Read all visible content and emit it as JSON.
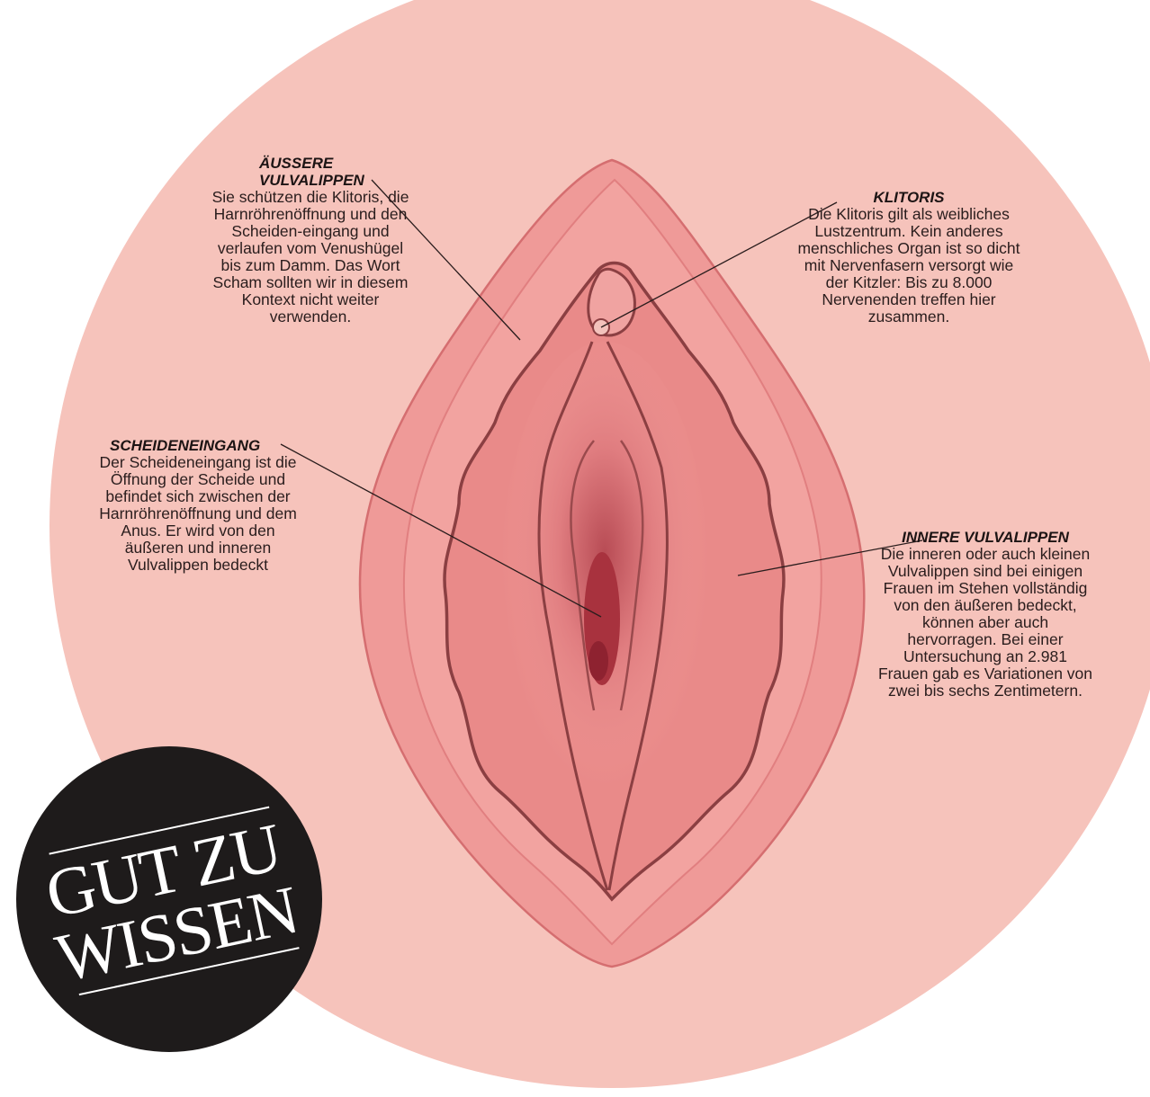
{
  "labels": {
    "aussere": {
      "heading": "ÄUßERE VULVALIPPEN",
      "text": "Sie schützen die Klitoris, die Harnröhrenöffnung und den Scheiden-eingang und verlaufen vom Venushügel bis zum Damm. Das Wort Scham sollten wir in diesem Kontext nicht weiter verwenden."
    },
    "klitoris": {
      "heading": "KLITORIS",
      "text": "Die Klitoris gilt als weibliches Lustzentrum. Kein anderes menschliches Organ ist so dicht mit Nervenfasern versorgt wie der Kitzler: Bis zu 8.000 Nervenenden treffen hier zusammen."
    },
    "scheideneingang": {
      "heading": "SCHEIDENEINGANG",
      "text": "Der Scheideneingang ist die Öffnung der Scheide und befindet sich zwischen der Harnröhrenöffnung und dem Anus. Er wird von den äußeren und inneren Vulvalippen bedeckt"
    },
    "innere": {
      "heading": "INNERE VULVALIPPEN",
      "text": "Die inneren oder auch kleinen Vulvalippen sind bei einigen Frauen im Stehen vollständig von den äußeren bedeckt, können aber auch hervorragen. Bei einer Untersuchung an 2.981 Frauen gab es Variationen von zwei bis sechs Zentimetern."
    }
  },
  "badge": {
    "line1": "GUT ZU",
    "line2": "WISSEN"
  },
  "colors": {
    "background_circle": "#f6c3bb",
    "badge": "#1e1b1b",
    "outer_lips": "#ee8c8c",
    "inner_lips": "#e27272",
    "outline": "#8b3f42",
    "opening": "#a8323e"
  }
}
